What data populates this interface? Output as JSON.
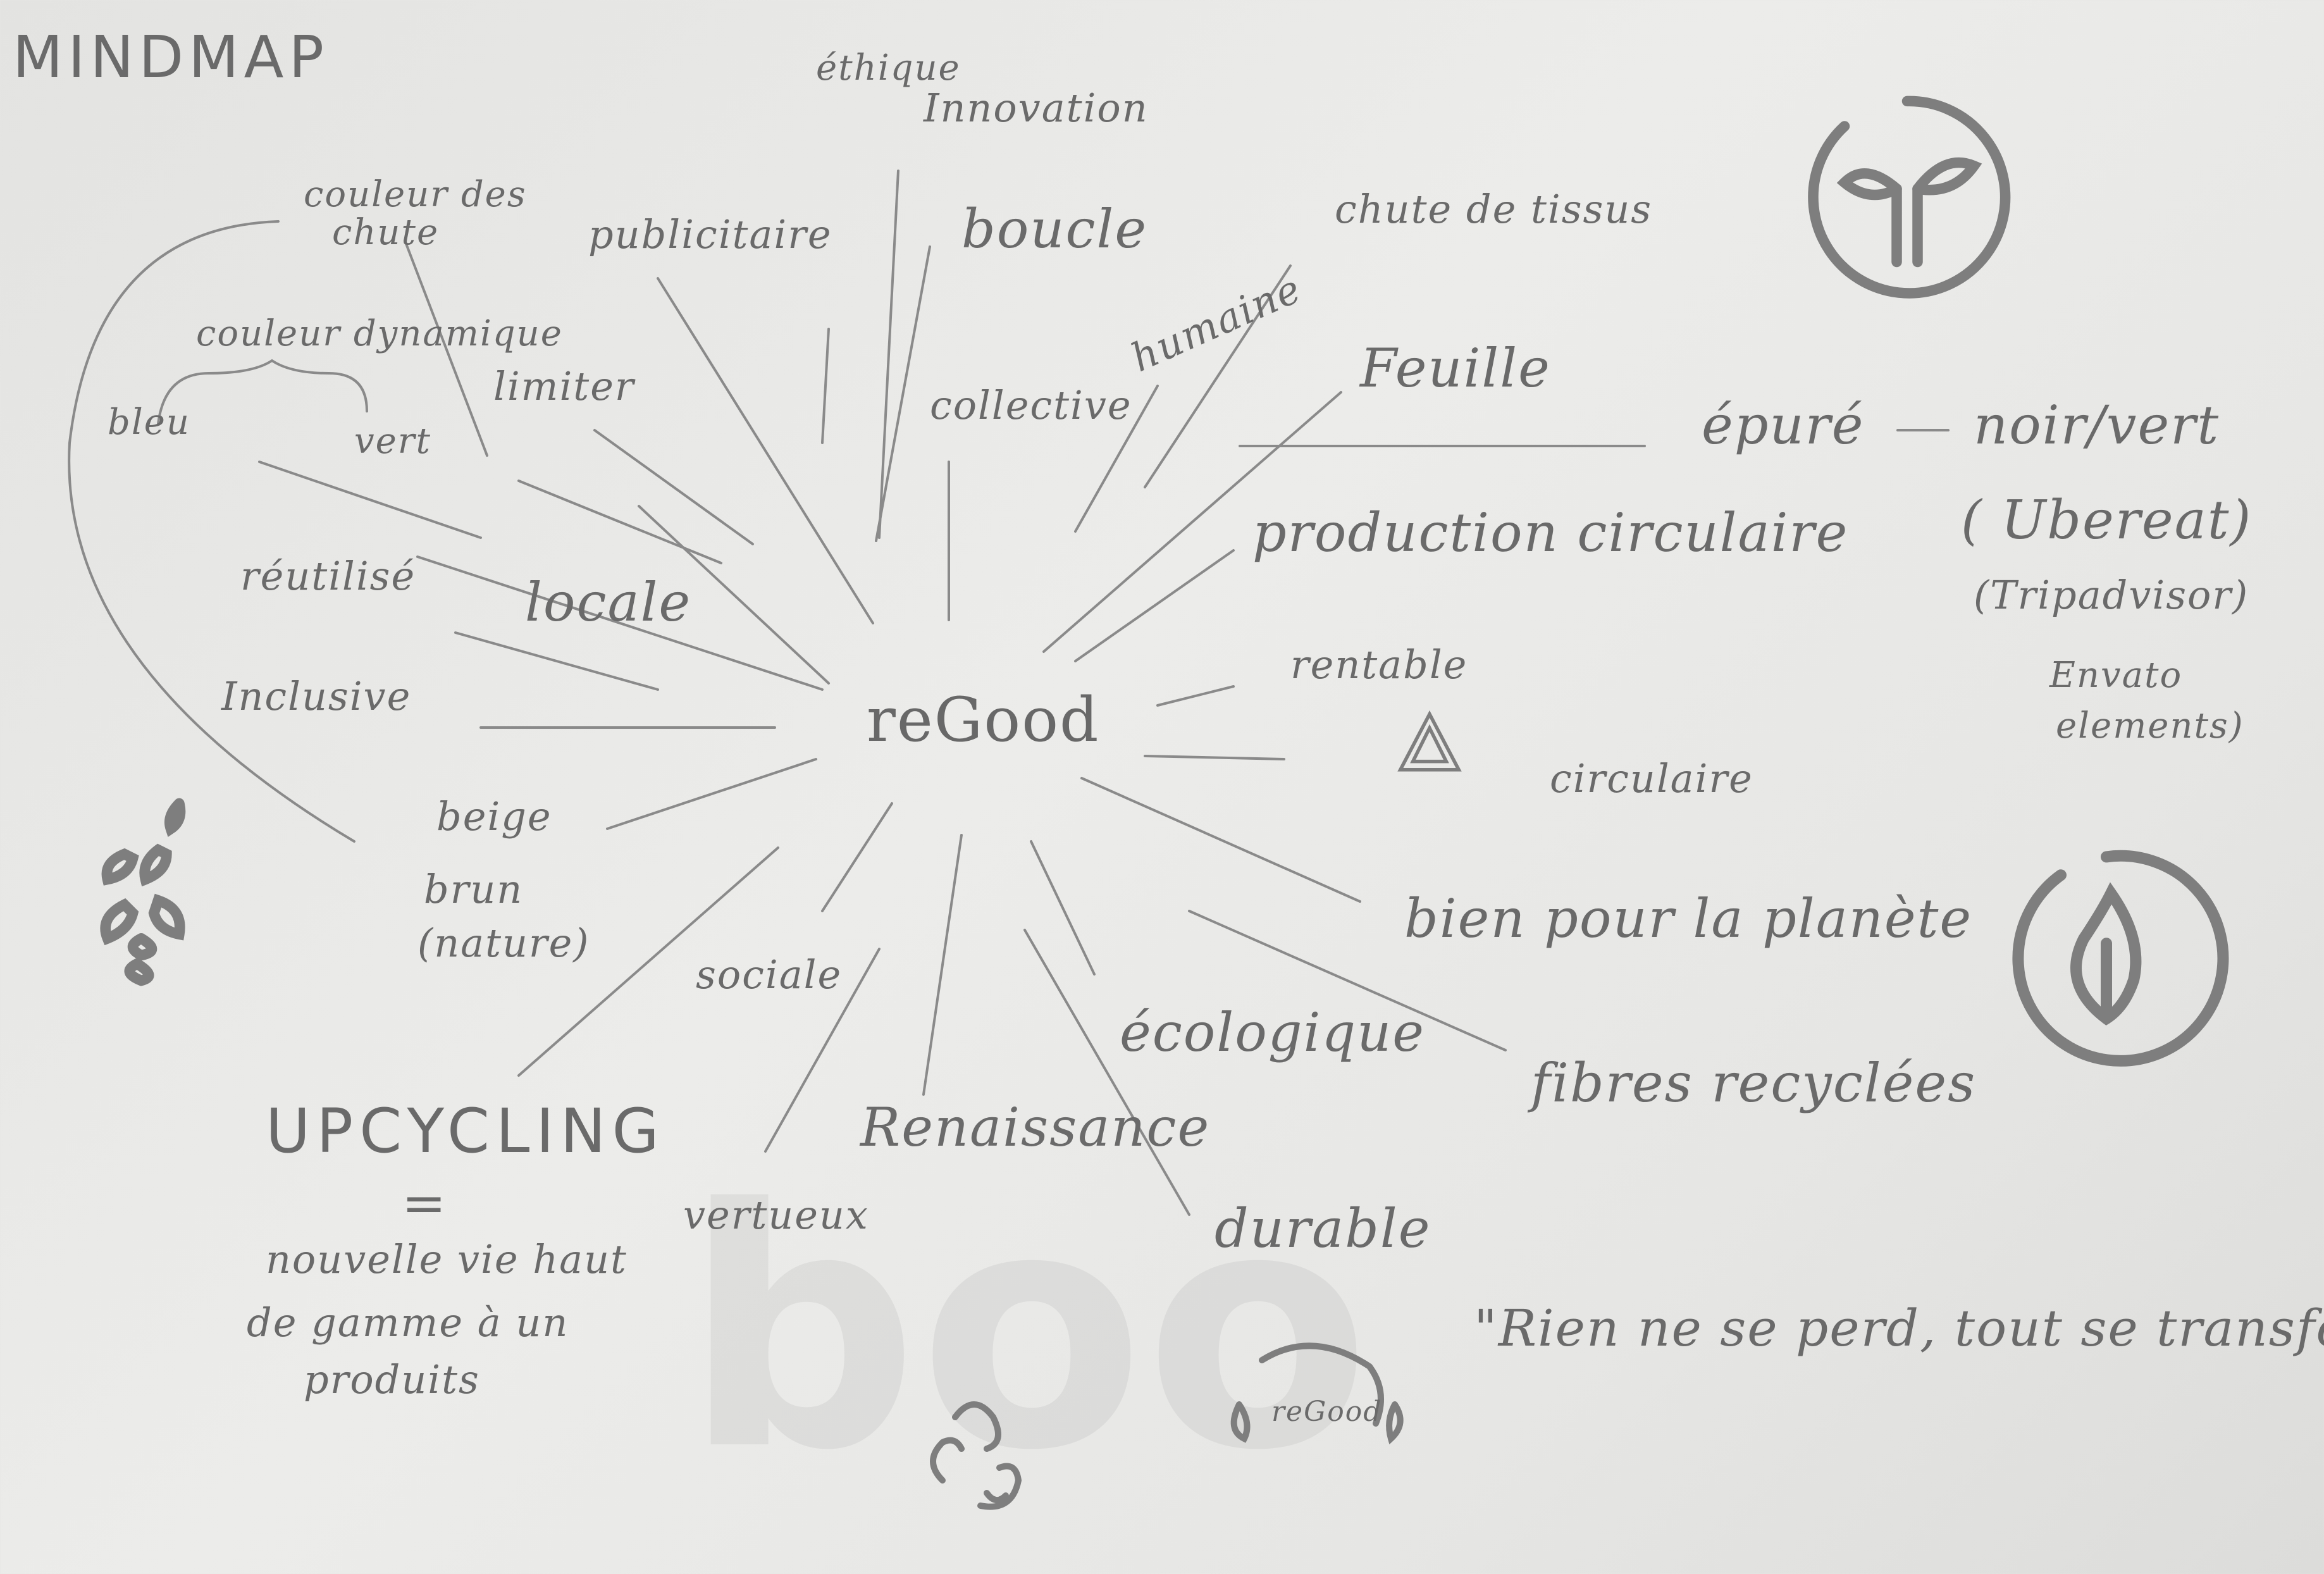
{
  "title": "MINDMAP",
  "center": "reGood",
  "labels": {
    "ethique": "éthique",
    "innovation": "Innovation",
    "publicitaire": "publicitaire",
    "boucle": "boucle",
    "chute_tissus": "chute de tissus",
    "couleur_chute_1": "couleur des",
    "couleur_chute_2": "chute",
    "couleur_dynamique": "couleur dynamique",
    "bleu": "bleu",
    "vert": "vert",
    "limiter": "limiter",
    "humaine": "humaine",
    "collective": "collective",
    "feuille": "Feuille",
    "epure": "épuré",
    "noir_vert": "noir/vert",
    "ubereat": "( Ubereat)",
    "tripadvisor": "(Tripadvisor)",
    "envato_1": "Envato",
    "envato_2": "elements)",
    "production_circulaire": "production circulaire",
    "reutilise": "réutilisé",
    "locale": "locale",
    "rentable": "rentable",
    "inclusive": "Inclusive",
    "circulaire": "circulaire",
    "beige": "beige",
    "brun": "brun",
    "nature": "(nature)",
    "bien_planete": "bien pour la planète",
    "sociale": "sociale",
    "ecologique": "écologique",
    "fibres": "fibres recyclées",
    "upcycling": "UPCYCLING",
    "equals": "=",
    "nouvelle_1": "nouvelle vie haut",
    "nouvelle_2": "de gamme à un",
    "nouvelle_3": "produits",
    "renaissance": "Renaissance",
    "vertueux": "vertueux",
    "durable": "durable",
    "quote": "\"Rien ne se perd, tout se transform",
    "logo_text": "reGood"
  },
  "icons": [
    "sprout-circle-icon",
    "leaf-circle-icon",
    "triangle-recycle-icon",
    "lightbulb-leaves-icon",
    "recycle-loop-icon",
    "regood-logo-icon"
  ]
}
